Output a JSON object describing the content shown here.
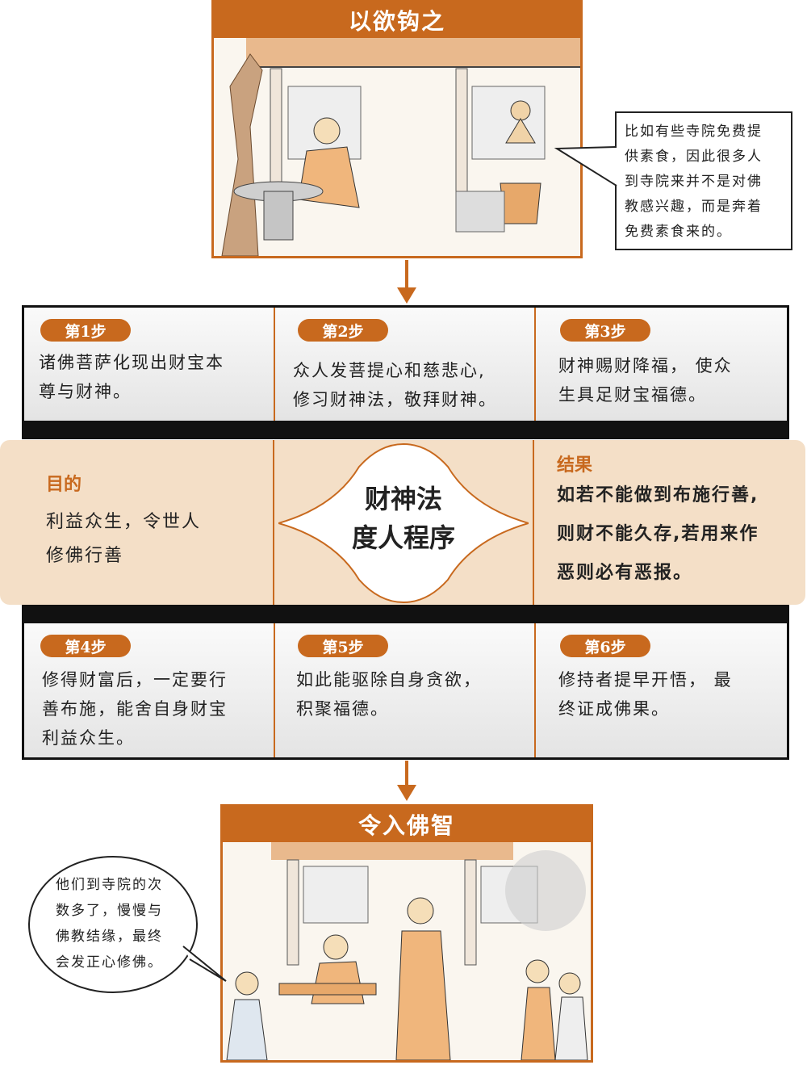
{
  "top_panel": {
    "title": "以欲钩之",
    "bubble_lines": [
      "比如有些寺院免费提",
      "供素食，因此很多人",
      "到寺院来并不是对佛",
      "教感兴趣，而是奔着",
      "免费素食来的。"
    ]
  },
  "steps_top": [
    {
      "badge": "第1步",
      "lines": [
        "诸佛菩萨化现出财宝本",
        "尊与财神。"
      ]
    },
    {
      "badge": "第2步",
      "lines": [
        "众人发菩提心和慈悲心,",
        "修习财神法，敬拜财神。"
      ]
    },
    {
      "badge": "第3步",
      "lines": [
        "财神赐财降福，  使众",
        "生具足财宝福德。"
      ]
    }
  ],
  "purpose": {
    "title": "目的",
    "lines": [
      "利益众生，令世人",
      "修佛行善"
    ]
  },
  "center": {
    "lines": [
      "财神法",
      "度人程序"
    ]
  },
  "result": {
    "title": "结果",
    "lines": [
      "如若不能做到布施行善,",
      "则财不能久存,若用来作",
      "恶则必有恶报。"
    ]
  },
  "steps_bottom": [
    {
      "badge": "第4步",
      "lines": [
        "修得财富后，一定要行",
        "善布施，能舍自身财宝",
        "利益众生。"
      ]
    },
    {
      "badge": "第5步",
      "lines": [
        "如此能驱除自身贪欲，",
        "积聚福德。"
      ]
    },
    {
      "badge": "第6步",
      "lines": [
        "修持者提早开悟，  最",
        "终证成佛果。"
      ]
    }
  ],
  "bottom_panel": {
    "title": "令入佛智",
    "bubble_lines": [
      "他们到寺院的次",
      "数多了，慢慢与",
      "佛教结缘，最终",
      "会发正心修佛。"
    ]
  },
  "colors": {
    "accent": "#c8691e",
    "band": "#f4dfc7",
    "bar": "#111111"
  }
}
